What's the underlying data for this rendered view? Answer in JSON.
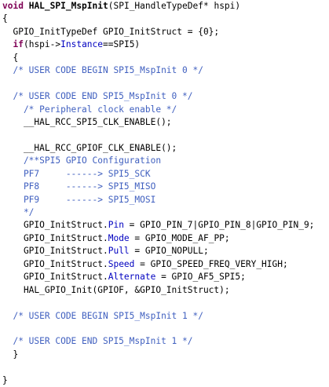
{
  "editor": {
    "lines": [
      [
        {
          "t": "void",
          "c": "kw"
        },
        {
          "t": " ",
          "c": "plain"
        },
        {
          "t": "HAL_SPI_MspInit",
          "c": "fn"
        },
        {
          "t": "(SPI_HandleTypeDef* hspi)",
          "c": "plain"
        }
      ],
      [
        {
          "t": "{",
          "c": "plain"
        }
      ],
      [
        {
          "t": "  GPIO_InitTypeDef GPIO_InitStruct = {0};",
          "c": "plain"
        }
      ],
      [
        {
          "t": "  ",
          "c": "plain"
        },
        {
          "t": "if",
          "c": "kw"
        },
        {
          "t": "(hspi->",
          "c": "plain"
        },
        {
          "t": "Instance",
          "c": "field"
        },
        {
          "t": "==SPI5)",
          "c": "plain"
        }
      ],
      [
        {
          "t": "  {",
          "c": "plain"
        }
      ],
      [
        {
          "t": "  /* USER CODE BEGIN SPI5_MspInit 0 */",
          "c": "cm"
        }
      ],
      [
        {
          "t": "",
          "c": "plain"
        }
      ],
      [
        {
          "t": "  /* USER CODE END SPI5_MspInit 0 */",
          "c": "cm"
        }
      ],
      [
        {
          "t": "    /* Peripheral clock enable */",
          "c": "cm"
        }
      ],
      [
        {
          "t": "    __HAL_RCC_SPI5_CLK_ENABLE();",
          "c": "plain"
        }
      ],
      [
        {
          "t": "",
          "c": "plain"
        }
      ],
      [
        {
          "t": "    __HAL_RCC_GPIOF_CLK_ENABLE();",
          "c": "plain"
        }
      ],
      [
        {
          "t": "    /**SPI5 GPIO Configuration",
          "c": "cm"
        }
      ],
      [
        {
          "t": "    PF7     ------> SPI5_SCK",
          "c": "cm"
        }
      ],
      [
        {
          "t": "    PF8     ------> SPI5_MISO",
          "c": "cm"
        }
      ],
      [
        {
          "t": "    PF9     ------> SPI5_MOSI",
          "c": "cm"
        }
      ],
      [
        {
          "t": "    */",
          "c": "cm"
        }
      ],
      [
        {
          "t": "    GPIO_InitStruct.",
          "c": "plain"
        },
        {
          "t": "Pin",
          "c": "field"
        },
        {
          "t": " = GPIO_PIN_7|GPIO_PIN_8|GPIO_PIN_9;",
          "c": "plain"
        }
      ],
      [
        {
          "t": "    GPIO_InitStruct.",
          "c": "plain"
        },
        {
          "t": "Mode",
          "c": "field"
        },
        {
          "t": " = GPIO_MODE_AF_PP;",
          "c": "plain"
        }
      ],
      [
        {
          "t": "    GPIO_InitStruct.",
          "c": "plain"
        },
        {
          "t": "Pull",
          "c": "field"
        },
        {
          "t": " = GPIO_NOPULL;",
          "c": "plain"
        }
      ],
      [
        {
          "t": "    GPIO_InitStruct.",
          "c": "plain"
        },
        {
          "t": "Speed",
          "c": "field"
        },
        {
          "t": " = GPIO_SPEED_FREQ_VERY_HIGH;",
          "c": "plain"
        }
      ],
      [
        {
          "t": "    GPIO_InitStruct.",
          "c": "plain"
        },
        {
          "t": "Alternate",
          "c": "field"
        },
        {
          "t": " = GPIO_AF5_SPI5;",
          "c": "plain"
        }
      ],
      [
        {
          "t": "    HAL_GPIO_Init(GPIOF, &GPIO_InitStruct);",
          "c": "plain"
        }
      ],
      [
        {
          "t": "",
          "c": "plain"
        }
      ],
      [
        {
          "t": "  /* USER CODE BEGIN SPI5_MspInit 1 */",
          "c": "cm"
        }
      ],
      [
        {
          "t": "",
          "c": "plain"
        }
      ],
      [
        {
          "t": "  /* USER CODE END SPI5_MspInit 1 */",
          "c": "cm"
        }
      ],
      [
        {
          "t": "  }",
          "c": "plain"
        }
      ],
      [
        {
          "t": "",
          "c": "plain"
        }
      ],
      [
        {
          "t": "}",
          "c": "plain"
        }
      ]
    ],
    "colors": {
      "keyword": "#7f0055",
      "comment": "#3f5fbf",
      "field": "#0000c0",
      "text": "#000000",
      "background": "#ffffff"
    }
  }
}
